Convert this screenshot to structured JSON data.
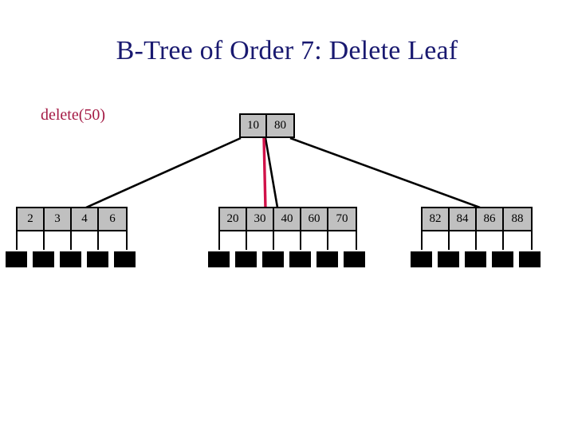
{
  "slide": {
    "title": "B-Tree of Order 7: Delete Leaf",
    "operation_caption": "delete(50)",
    "title_color": "#191970",
    "caption_color": "#a51c46",
    "node_fill_color": "#c0c0c0",
    "node_border_color": "#000000",
    "highlight_edge_color": "#d11149",
    "edge_color": "#000000",
    "background_color": "#ffffff"
  },
  "tree": {
    "order": 7,
    "root": {
      "name": "root",
      "keys": [
        "10",
        "80"
      ]
    },
    "leaves": [
      {
        "name": "leaf-left",
        "keys": [
          "2",
          "3",
          "4",
          "6"
        ],
        "nil_pointers": 5
      },
      {
        "name": "leaf-middle",
        "keys": [
          "20",
          "30",
          "40",
          "60",
          "70"
        ],
        "nil_pointers": 6
      },
      {
        "name": "leaf-right",
        "keys": [
          "82",
          "84",
          "86",
          "88"
        ],
        "nil_pointers": 5
      }
    ],
    "edges": [
      {
        "name": "edge-root-to-left-leaf",
        "highlighted": false
      },
      {
        "name": "edge-root-to-middle-leaf",
        "highlighted": true
      },
      {
        "name": "edge-root-to-right-leaf",
        "highlighted": false
      }
    ]
  }
}
